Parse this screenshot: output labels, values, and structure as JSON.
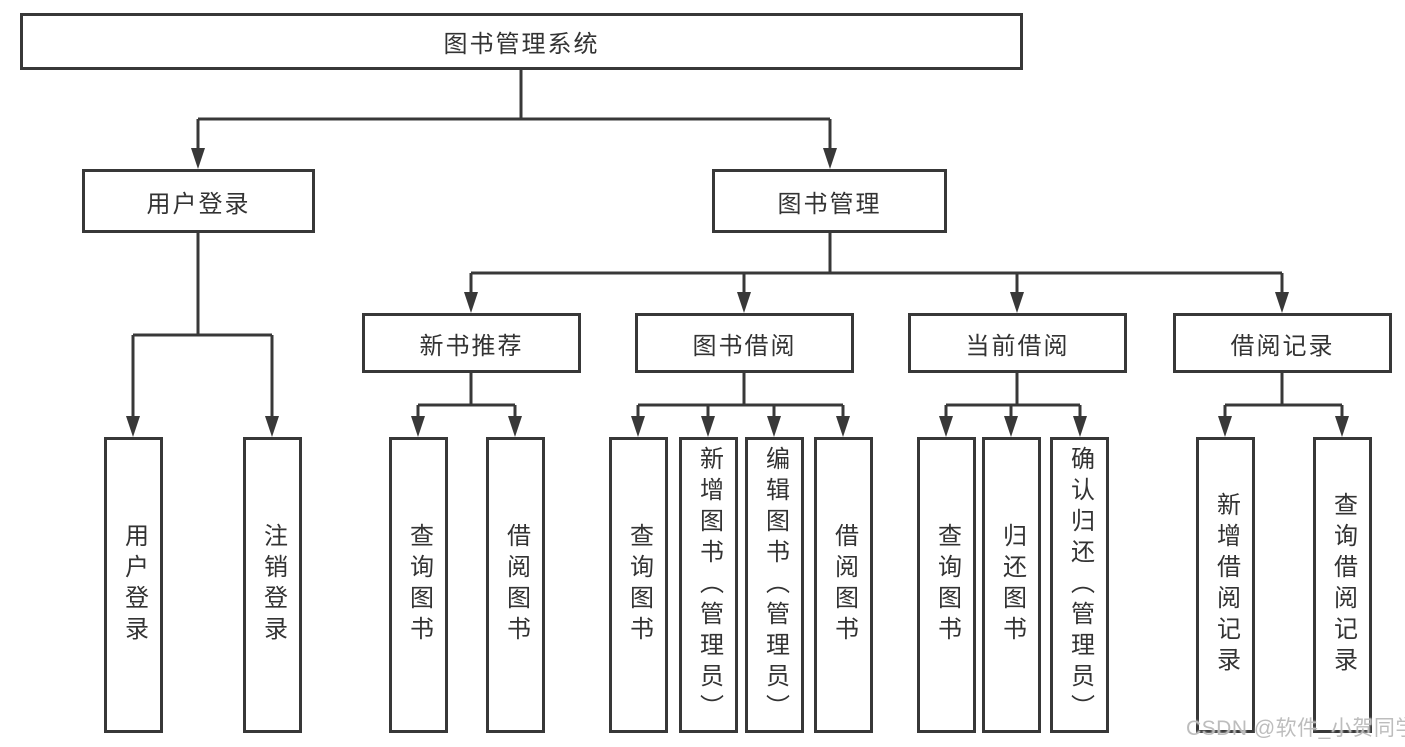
{
  "watermark": "CSDN @软件_小贺同学",
  "colors": {
    "line": "#383838",
    "border": "#383838",
    "text": "#333333",
    "background": "#ffffff",
    "watermark": "#b9b9b9"
  },
  "tree": {
    "root": {
      "label": "图书管理系统"
    },
    "level2": [
      {
        "label": "用户登录",
        "children": [
          {
            "label": "用户登录"
          },
          {
            "label": "注销登录"
          }
        ]
      },
      {
        "label": "图书管理",
        "children": [
          {
            "label": "新书推荐",
            "children": [
              {
                "label": "查询图书"
              },
              {
                "label": "借阅图书"
              }
            ]
          },
          {
            "label": "图书借阅",
            "children": [
              {
                "label": "查询图书"
              },
              {
                "label": "新增图书（管理员）"
              },
              {
                "label": "编辑图书（管理员）"
              },
              {
                "label": "借阅图书"
              }
            ]
          },
          {
            "label": "当前借阅",
            "children": [
              {
                "label": "查询图书"
              },
              {
                "label": "归还图书"
              },
              {
                "label": "确认归还（管理员）"
              }
            ]
          },
          {
            "label": "借阅记录",
            "children": [
              {
                "label": "新增借阅记录"
              },
              {
                "label": "查询借阅记录"
              }
            ]
          }
        ]
      }
    ]
  }
}
